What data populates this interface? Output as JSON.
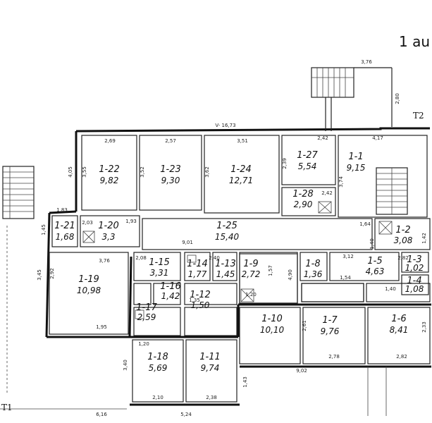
{
  "title": "1 au",
  "marker_t2": "T2",
  "marker_t1": "T1",
  "rooms": [
    {
      "id": "1-22",
      "area": "9,82"
    },
    {
      "id": "1-23",
      "area": "9,30"
    },
    {
      "id": "1-24",
      "area": "12,71"
    },
    {
      "id": "1-27",
      "area": "5,54"
    },
    {
      "id": "1-1",
      "area": "9,15"
    },
    {
      "id": "1-28",
      "area": "2,90"
    },
    {
      "id": "1-21",
      "area": "1,68"
    },
    {
      "id": "1-20",
      "area": "3,3"
    },
    {
      "id": "1-25",
      "area": "15,40"
    },
    {
      "id": "1-2",
      "area": "3,08"
    },
    {
      "id": "1-19",
      "area": "10,98"
    },
    {
      "id": "1-15",
      "area": "3,31"
    },
    {
      "id": "1-14",
      "area": "1,77"
    },
    {
      "id": "1-13",
      "area": "1,45"
    },
    {
      "id": "1-9",
      "area": "2,72"
    },
    {
      "id": "1-8",
      "area": "1,36"
    },
    {
      "id": "1-5",
      "area": "4,63"
    },
    {
      "id": "1-3",
      "area": "1,02"
    },
    {
      "id": "1-4",
      "area": "1,08"
    },
    {
      "id": "1-16",
      "area": "1,42"
    },
    {
      "id": "1-17",
      "area": "2,59"
    },
    {
      "id": "1-12",
      "area": "1,50"
    },
    {
      "id": "1-10",
      "area": "10,10"
    },
    {
      "id": "1-7",
      "area": "9,76"
    },
    {
      "id": "1-6",
      "area": "8,41"
    },
    {
      "id": "1-18",
      "area": "5,69"
    },
    {
      "id": "1-11",
      "area": "9,74"
    }
  ],
  "dimensions": {
    "stair_top": "3,76",
    "stair_side": "2,80",
    "top_total": "V- 16,73",
    "d_269": "2,69",
    "d_257": "2,57",
    "d_351": "3,51",
    "d_242a": "2,42",
    "d_417": "4,17",
    "d_405": "4,05",
    "d_355": "3,55",
    "d_352": "3,52",
    "d_362": "3,62",
    "d_239": "2,39",
    "d_242b": "2,42",
    "d_374": "3,74",
    "d_183": "1,83",
    "d_193": "1,93",
    "d_145": "1,45",
    "d_203": "2,03",
    "d_901": "9,01",
    "d_164": "1,64",
    "d_140a": "1,40",
    "d_142": "1,42",
    "d_376": "3,76",
    "d_345": "3,45",
    "d_292": "2,92",
    "d_208": "2,08",
    "d_240": "2,40",
    "d_157": "1,57",
    "d_490": "4,90",
    "d_312": "3,12",
    "d_154": "1,54",
    "d_282": "2,82",
    "d_195": "1,95",
    "d_135": "1,35",
    "d_120a": "1,20",
    "d_261": "2,61",
    "d_233": "2,33",
    "d_278": "2,78",
    "d_282b": "2,82",
    "d_140b": "1,40",
    "d_340": "3,40",
    "d_120b": "1,20",
    "d_210": "2,10",
    "d_238": "2,38",
    "d_902": "9,02",
    "d_143": "1,43",
    "d_616": "6,16",
    "d_524": "5,24"
  }
}
